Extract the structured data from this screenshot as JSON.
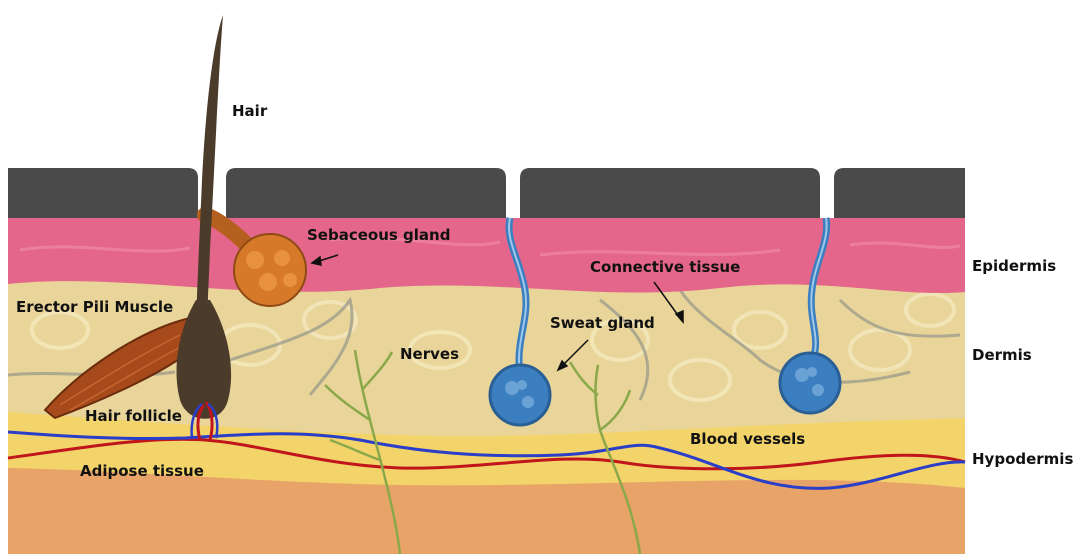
{
  "labels": {
    "hair": "Hair",
    "sebaceous_gland": "Sebaceous gland",
    "connective_tissue": "Connective tissue",
    "erector_pili_muscle": "Erector Pili Muscle",
    "sweat_gland": "Sweat gland",
    "nerves": "Nerves",
    "hair_follicle": "Hair follicle",
    "blood_vessels": "Blood vessels",
    "adipose_tissue": "Adipose tissue"
  },
  "layers": {
    "epidermis": "Epidermis",
    "dermis": "Dermis",
    "hypodermis": "Hypodermis"
  },
  "colors": {
    "stratum_corneum": "#4a4a4a",
    "epidermis": "#e4668a",
    "dermis": "#e9d59a",
    "hypodermis_fat": "#f3d46a",
    "subcutaneous": "#e8a368",
    "hair": "#4a3b2a",
    "sebaceous": "#d67a2a",
    "muscle": "#a64a1c",
    "sweat_gland": "#3b7fc0",
    "artery": "#c0151b",
    "vein": "#2a3ec8",
    "nerve": "#8aa84a"
  }
}
